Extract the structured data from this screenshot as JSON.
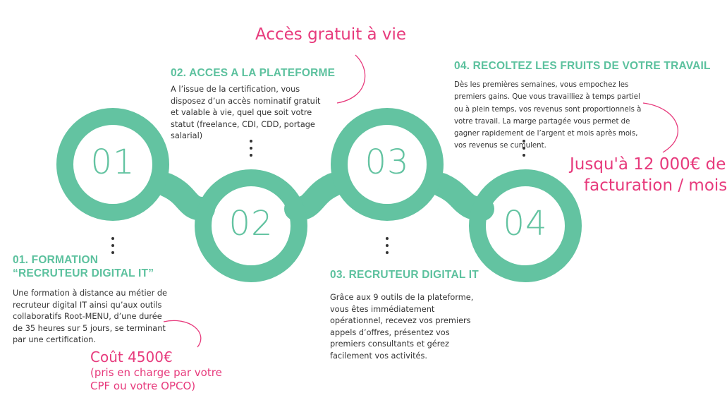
{
  "steps": [
    {
      "number": "01",
      "title_line1": "01. FORMATION",
      "title_line2": "“RECRUTEUR DIGITAL IT”",
      "body": "Une formation à distance au métier de recruteur digital IT ainsi qu’aux outils collaboratifs Root-MENU, d’une durée de 35 heures sur 5 jours, se terminant par une certification."
    },
    {
      "number": "02",
      "title": "02. ACCES A LA PLATEFORME",
      "body": "A l’issue de la certification, vous disposez d’un accès nominatif gratuit et valable à vie, quel que soit votre statut (freelance, CDI, CDD, portage salarial)"
    },
    {
      "number": "03",
      "title": "03. RECRUTEUR DIGITAL IT",
      "body": "Grâce aux 9 outils de la plateforme, vous êtes immédiatement opérationnel, recevez vos premiers appels d’offres, présentez vos premiers consultants et gérez facilement vos activités."
    },
    {
      "number": "04",
      "title": "04. RECOLTEZ LES FRUITS DE VOTRE TRAVAIL",
      "body": "Dès les premières semaines, vous empochez les premiers gains. Que vous travailliez à temps partiel ou à plein temps, vos revenus sont proportionnels à votre travail. La marge partagée vous permet de gagner rapidement de l’argent et mois après mois, vos revenus se cumulent."
    }
  ],
  "callouts": {
    "access": "Accès gratuit à vie",
    "cost_main": "Coût 4500€",
    "cost_note_line1": "(pris en charge par votre",
    "cost_note_line2": "CPF ou votre OPCO)",
    "revenue_line1": "Jusqu'à 12 000€ de",
    "revenue_line2": "facturation / mois"
  },
  "colors": {
    "chain": "#63c3a1",
    "title": "#5cc19e",
    "accent": "#e73a7c",
    "body": "#333333"
  }
}
